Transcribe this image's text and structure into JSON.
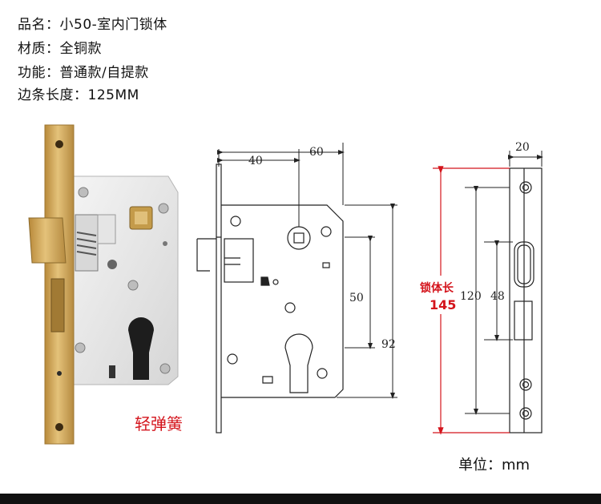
{
  "specs": [
    {
      "label": "品名：",
      "value": "小50-室内门锁体"
    },
    {
      "label": "材质：",
      "value": "全铜款"
    },
    {
      "label": "功能：",
      "value": "普通款/自提款"
    },
    {
      "label": "边条长度：",
      "value": "125MM"
    }
  ],
  "photo_caption": "轻弹簧",
  "front_dims": {
    "d40": "40",
    "d60": "60",
    "d50": "50",
    "d92": "92"
  },
  "side_dims": {
    "d20": "20",
    "d120": "120",
    "d48": "48"
  },
  "body_length": {
    "label": "锁体长",
    "value": "145"
  },
  "unit": "单位：mm",
  "colors": {
    "accent_red": "#d4141c",
    "brass": "#c9a35a",
    "steel": "#e8e8e8"
  }
}
